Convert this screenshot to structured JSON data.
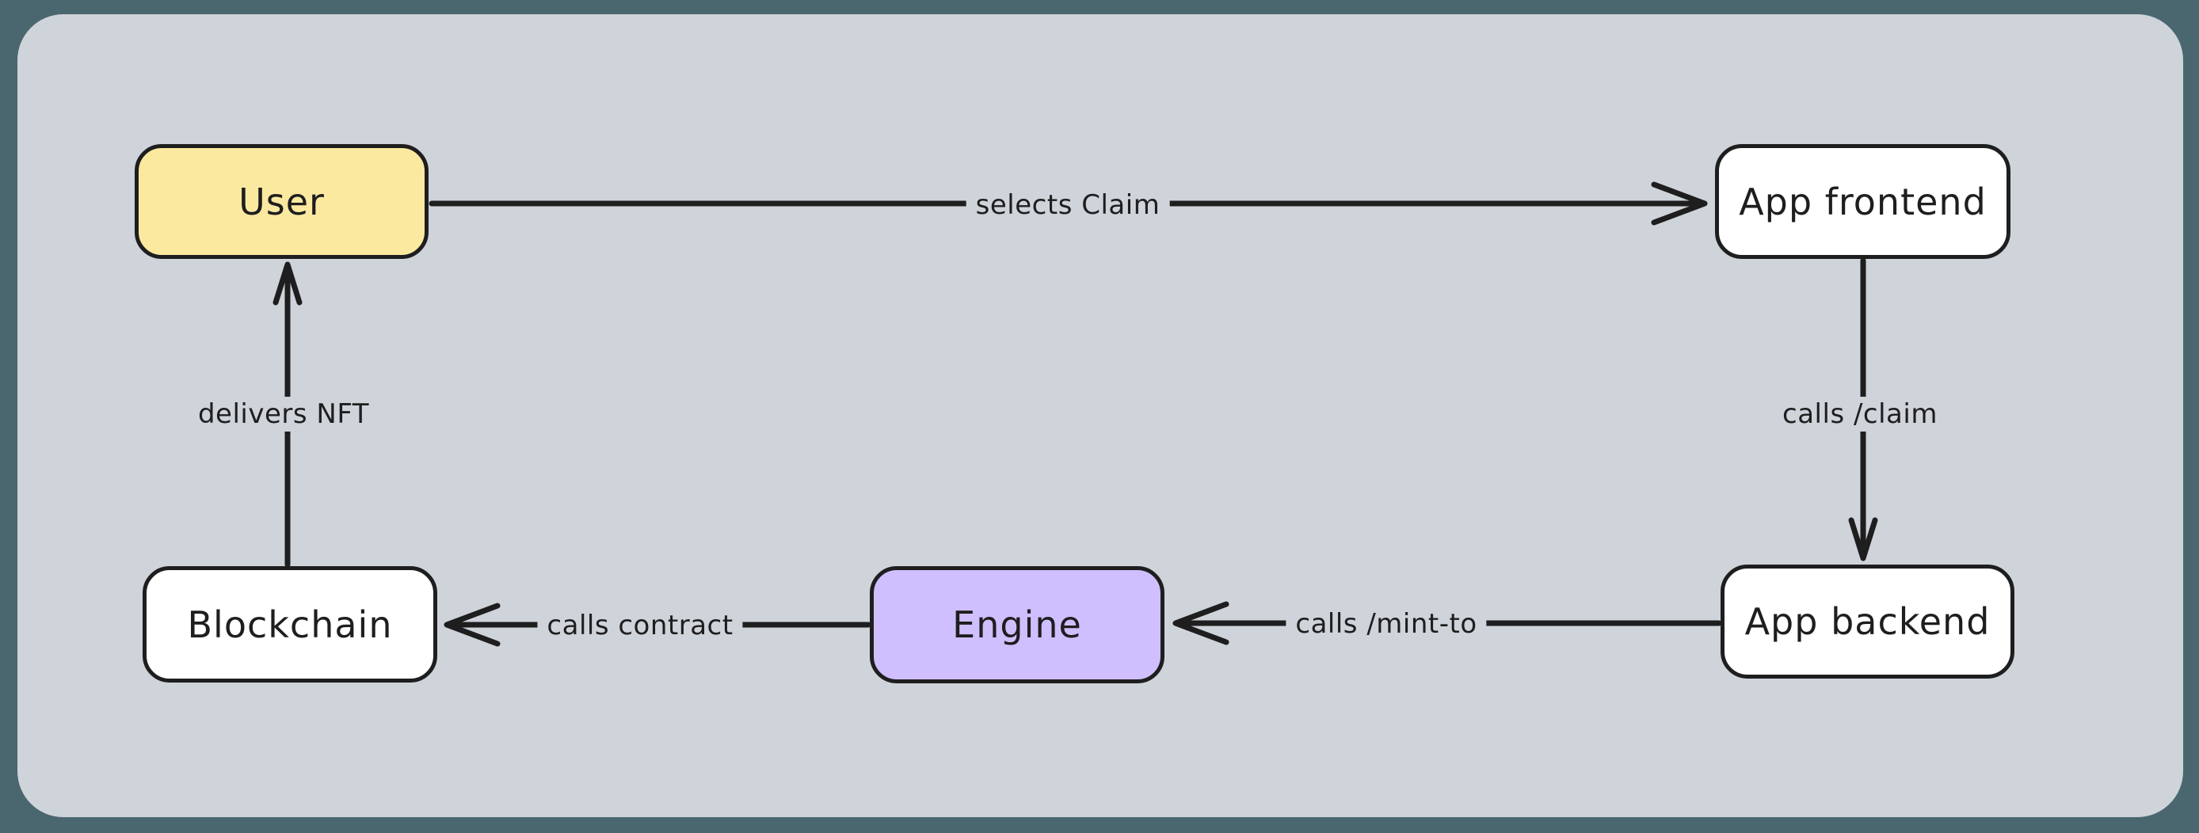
{
  "canvas": {
    "outer_background": "#4A676F",
    "background": "#CFD3DA",
    "stroke_color": "#1e1e1e"
  },
  "nodes": [
    {
      "id": "user",
      "label": "User",
      "fill": "#FCE9A0"
    },
    {
      "id": "app-frontend",
      "label": "App frontend",
      "fill": "#FFFFFF"
    },
    {
      "id": "app-backend",
      "label": "App backend",
      "fill": "#FFFFFF"
    },
    {
      "id": "engine",
      "label": "Engine",
      "fill": "#D0BFFF"
    },
    {
      "id": "blockchain",
      "label": "Blockchain",
      "fill": "#FFFFFF"
    }
  ],
  "edges": [
    {
      "from": "user",
      "to": "app-frontend",
      "label": "selects Claim"
    },
    {
      "from": "app-frontend",
      "to": "app-backend",
      "label": "calls /claim"
    },
    {
      "from": "app-backend",
      "to": "engine",
      "label": "calls /mint-to"
    },
    {
      "from": "engine",
      "to": "blockchain",
      "label": "calls contract"
    },
    {
      "from": "blockchain",
      "to": "user",
      "label": "delivers NFT"
    }
  ]
}
